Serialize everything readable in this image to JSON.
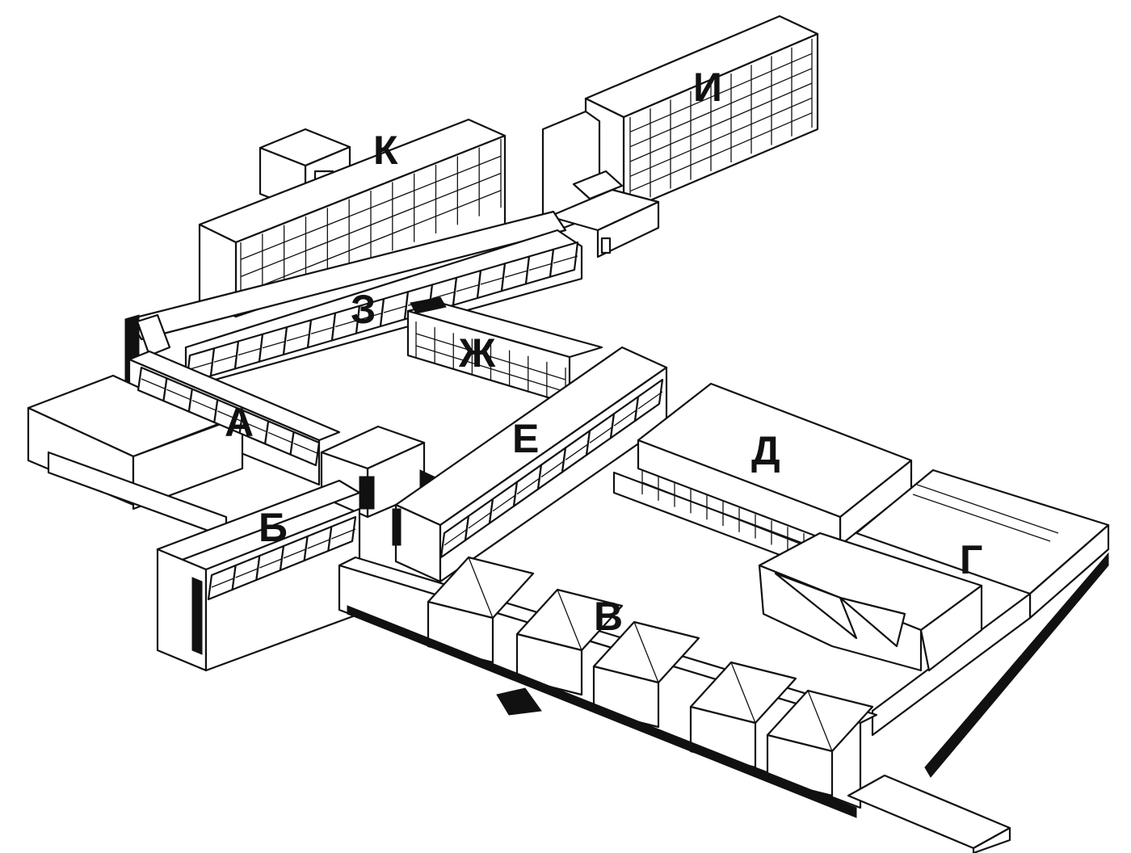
{
  "labels": {
    "A": "А",
    "B": "Б",
    "V": "В",
    "G": "Г",
    "D": "Д",
    "E": "Е",
    "Zh": "Ж",
    "Z": "З",
    "I": "И",
    "K": "К"
  },
  "colors": {
    "line": "#111111",
    "fill": "#ffffff"
  }
}
